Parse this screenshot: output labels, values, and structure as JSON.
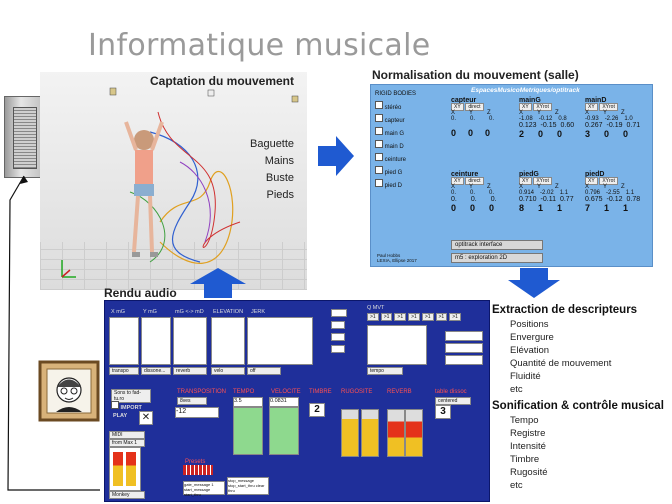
{
  "page_title": "Informatique musicale",
  "capture": {
    "title": "Captation du mouvement",
    "parts": [
      "Baguette",
      "Mains",
      "Buste",
      "Pieds"
    ]
  },
  "normalisation": {
    "title": "Normalisation du mouvement (salle)",
    "subtitle": "EspacesMusicoMetriques/optitrack",
    "rigid_bodies_label": "RIGID BODIES",
    "left_items": [
      "stéréo",
      "capteur",
      "main G",
      "main D",
      "ceinture",
      "pied G",
      "pied D"
    ],
    "groups": [
      {
        "name": "capteur",
        "mode1": "XY",
        "mode2": "direct",
        "axes": [
          "X",
          "Y",
          "Z"
        ],
        "vals": [
          "0.",
          "0.",
          "0."
        ],
        "big": [
          "0",
          "0",
          "0"
        ]
      },
      {
        "name": "mainG",
        "mode1": "XY",
        "mode2": "XYrot",
        "axes": [
          "X",
          "Y",
          "Z"
        ],
        "vals": [
          "-1.08",
          "-0.12",
          "0.8"
        ],
        "big": [
          "0.123",
          "-0.15",
          "0.60"
        ],
        "row3": [
          "2",
          "0",
          "0"
        ]
      },
      {
        "name": "mainD",
        "mode1": "XY",
        "mode2": "XYrot",
        "axes": [
          "X",
          "Y",
          "Z"
        ],
        "vals": [
          "-0.93",
          "-2.26",
          "1.0"
        ],
        "big": [
          "0.267",
          "-0.19",
          "0.71"
        ],
        "row3": [
          "3",
          "0",
          "0"
        ]
      },
      {
        "name": "ceinture",
        "mode1": "XY",
        "mode2": "direct",
        "axes": [
          "X",
          "Y",
          "Z"
        ],
        "vals": [
          "0.",
          "0.",
          "0."
        ],
        "big": [
          "0.",
          "0.",
          "0."
        ],
        "row3": [
          "0",
          "0",
          "0"
        ]
      },
      {
        "name": "piedG",
        "mode1": "XY",
        "mode2": "XYrot",
        "axes": [
          "X",
          "Y",
          "Z"
        ],
        "vals": [
          "0.914",
          "-2.02",
          "1.1"
        ],
        "big": [
          "0.710",
          "-0.11",
          "0.77"
        ],
        "row3": [
          "8",
          "1",
          "1"
        ]
      },
      {
        "name": "piedD",
        "mode1": "XY",
        "mode2": "XYrot",
        "axes": [
          "X",
          "Y",
          "Z"
        ],
        "vals": [
          "0.796",
          "-2.55",
          "1.1"
        ],
        "big": [
          "0.675",
          "-0.12",
          "0.78"
        ],
        "row3": [
          "7",
          "1",
          "1"
        ]
      }
    ],
    "btn_interface": "optitrack interface",
    "btn_mode": "m5 : exploration 2D",
    "credit": "Paul Hobbs\nLEXIA, Ellipse 2017"
  },
  "rendu": {
    "title": "Rendu audio",
    "top_labels": [
      "X mG",
      "Y mG",
      "mG <-> mD",
      "ELEVATION",
      "JERK"
    ],
    "top_drops": [
      "transpo",
      "dissone...",
      "reverb",
      "velo",
      "off"
    ],
    "mid_labels": [
      "TRANSPOSITION",
      "TEMPO",
      "VELOCITE",
      "TIMBRE",
      "RUGOSITE",
      "REVERB",
      "table dissoc"
    ],
    "transpo_mode": "8ves",
    "transpo_val": "-12",
    "tempo_val": "3.5",
    "velocite_val": "0.0831",
    "timbre_val": "2",
    "dissoc_mode": "centered",
    "dissoc_val": "3",
    "import_label": "IMPORT",
    "play_label": "PLAY",
    "presets_label": "Presets",
    "tempo_drop": "tempo",
    "q_label": "Q MVT",
    "midi_label": "MIDI",
    "bottom_drop": "Monkey"
  },
  "extraction": {
    "title1": "Extraction de descripteurs",
    "items1": [
      "Positions",
      "Envergure",
      "Elévation",
      "Quantité de mouvement",
      "Fluidité",
      "etc"
    ],
    "title2": "Sonification & contrôle musical",
    "items2": [
      "Tempo",
      "Registre",
      "Intensité",
      "Timbre",
      "Rugosité",
      "etc"
    ]
  },
  "colors": {
    "accent_blue": "#1f5ad1",
    "norm_bg": "#7ab3e8",
    "rendu_bg": "#1f2f9a"
  }
}
